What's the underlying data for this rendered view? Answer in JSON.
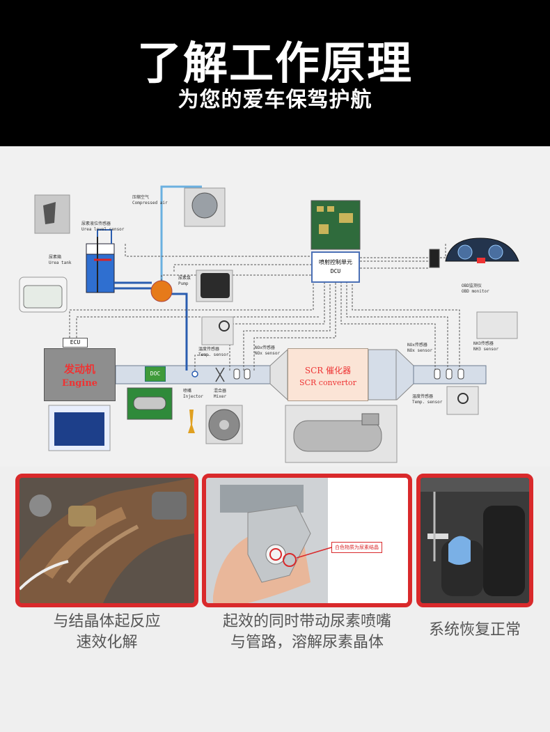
{
  "header": {
    "title": "了解工作原理",
    "subtitle": "为您的爱车保驾护航"
  },
  "diagram": {
    "compressed_air_cn": "压缩空气",
    "compressed_air_en": "Compressed air",
    "urea_level_sensor_cn": "尿素液位传感器",
    "urea_level_sensor_en": "Urea level sensor",
    "urea_tank_cn": "尿素箱",
    "urea_tank_en": "Urea tank",
    "pump_cn": "尿素泵",
    "pump_en": "Pump",
    "dcu_cn": "喷射控制单元",
    "dcu_en": "DCU",
    "obd_cn": "OBD监测仪",
    "obd_en": "OBD monitor",
    "ecu": "ECU",
    "engine_cn": "发动机",
    "engine_en": "Engine",
    "doc": "DOC",
    "injector_cn": "喷嘴",
    "injector_en": "Injector",
    "mixer_cn": "混合器",
    "mixer_en": "Mixer",
    "temp_sensor_cn": "温度传感器",
    "temp_sensor_en": "Temp. sensor",
    "nox_sensor_cn": "NOx传感器",
    "nox_sensor_en": "NOx sensor",
    "scr_cn": "SCR 催化器",
    "scr_en": "SCR convertor",
    "nox_sensor2_cn": "NOx传感器",
    "nox_sensor2_en": "NOx sensor",
    "nh3_sensor_cn": "NH3传感器",
    "nh3_sensor_en": "NH3 sensor",
    "temp_sensor2_cn": "温度传感器",
    "temp_sensor2_en": "Temp. sensor"
  },
  "panels": {
    "callout": "白色物质为尿素结晶",
    "captions": [
      {
        "line1": "与结晶体起反应",
        "line2": "速效化解"
      },
      {
        "line1": "起效的同时带动尿素喷嘴",
        "line2": "与管路，溶解尿素晶体"
      },
      {
        "line1": "系统恢复正常",
        "line2": ""
      }
    ]
  },
  "colors": {
    "accent_red": "#d9292b",
    "pipe_blue": "#2a5db0",
    "air_blue": "#6ab0e0",
    "doc_green": "#3f9a3a"
  }
}
